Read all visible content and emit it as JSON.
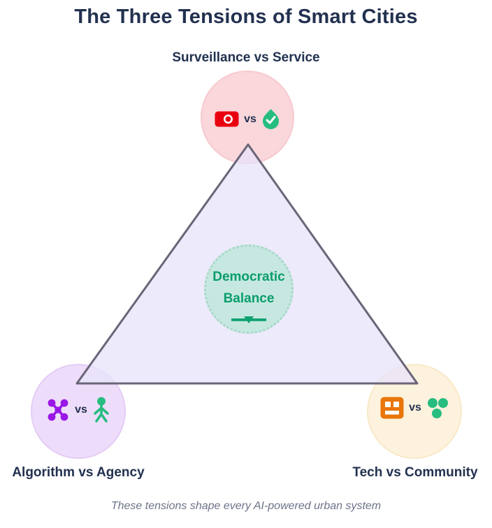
{
  "title": "The Three Tensions of Smart Cities",
  "caption": "These tensions shape every AI-powered urban system",
  "center_node": {
    "line1": "Democratic",
    "line2": "Balance",
    "icon": "balance-scale-icon"
  },
  "tensions": {
    "top": {
      "label": "Surveillance vs Service",
      "vs": "vs",
      "left_icon": "cctv-camera-icon",
      "right_icon": "verified-shield-icon"
    },
    "left": {
      "label": "Algorithm vs Agency",
      "vs": "vs",
      "left_icon": "network-nodes-icon",
      "right_icon": "person-icon"
    },
    "right": {
      "label": "Tech vs Community",
      "vs": "vs",
      "left_icon": "building-icon",
      "right_icon": "community-dots-icon"
    }
  },
  "colors": {
    "heading_text": "#223150",
    "caption_text": "#6e7389",
    "top_circle_fill": "#f9d7db",
    "left_circle_fill": "#eeddfa",
    "right_circle_fill": "#fdf2dd",
    "center_circle_fill": "#c6e8e0",
    "center_text_green": "#0a9d6c",
    "triangle_fill": "#eceafb",
    "triangle_stroke": "#6b6578",
    "camera_red": "#e8000f",
    "emerald_green": "#27bd80",
    "node_purple": "#9a17e6",
    "tech_orange": "#e87608"
  }
}
